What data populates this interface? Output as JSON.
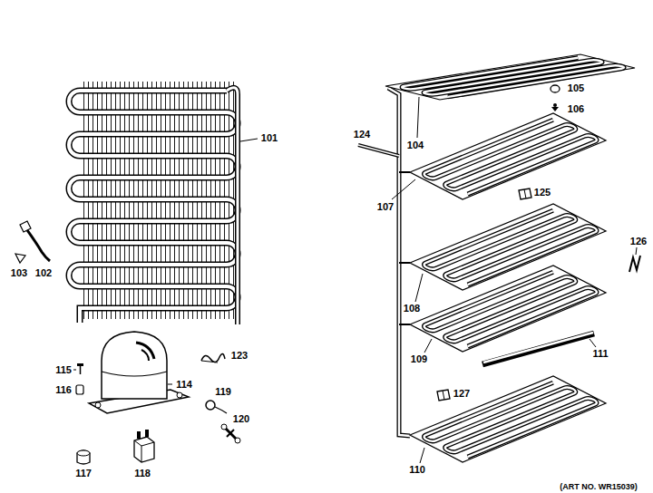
{
  "diagram": {
    "labels": [
      "101",
      "102",
      "103",
      "104",
      "105",
      "106",
      "107",
      "124",
      "125",
      "126",
      "108",
      "109",
      "111",
      "110",
      "127",
      "115",
      "116",
      "114",
      "123",
      "119",
      "120",
      "117",
      "118",
      "(ART NO. WR15039)"
    ]
  }
}
